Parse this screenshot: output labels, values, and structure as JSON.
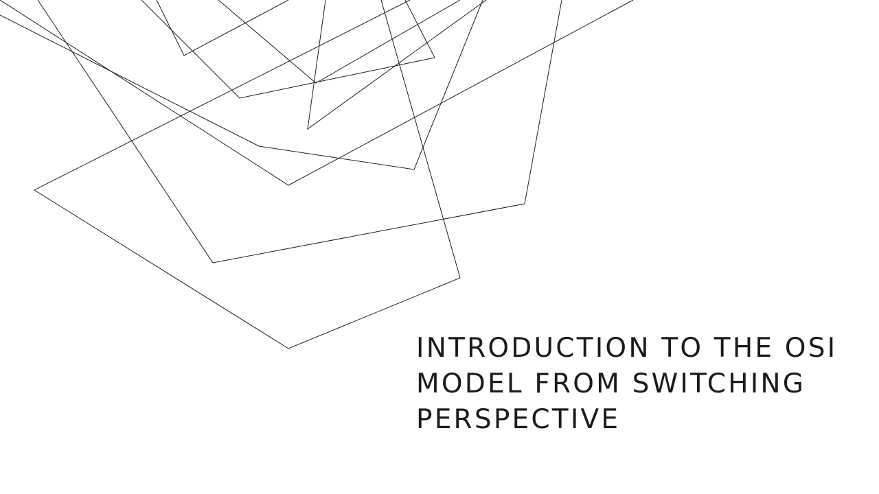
{
  "slide": {
    "title_lines": [
      "INTRODUCTION TO THE OSI",
      "MODEL FROM SWITCHING",
      "PERSPECTIVE"
    ],
    "text_color": "#1a1a1a",
    "background_color": "#ffffff",
    "line_art_color": "#1a1a1a"
  }
}
